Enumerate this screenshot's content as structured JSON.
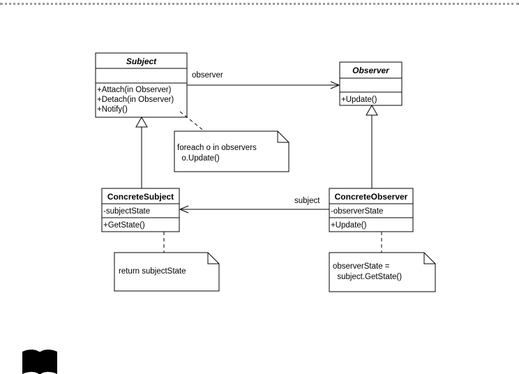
{
  "classes": {
    "subject": {
      "name": "Subject",
      "attributes": [],
      "operations": [
        "+Attach(in Observer)",
        "+Detach(in Observer)",
        "+Notify()"
      ]
    },
    "observer": {
      "name": "Observer",
      "attributes": [],
      "operations": [
        "+Update()"
      ]
    },
    "concrete_subject": {
      "name": "ConcreteSubject",
      "attributes": [
        "-subjectState"
      ],
      "operations": [
        "+GetState()"
      ]
    },
    "concrete_observer": {
      "name": "ConcreteObserver",
      "attributes": [
        "-observerState"
      ],
      "operations": [
        "+Update()"
      ]
    }
  },
  "associations": {
    "observer_label": "observer",
    "subject_label": "subject"
  },
  "notes": {
    "notify_note": [
      "foreach o in observers",
      "  o.Update()"
    ],
    "getstate_note": [
      "return subjectState"
    ],
    "update_note": [
      "observerState =",
      "  subject.GetState()"
    ]
  },
  "colors": {
    "line": "#000000",
    "header_rule": "#9a9a9a"
  },
  "icons": {
    "footer": "book-icon"
  }
}
